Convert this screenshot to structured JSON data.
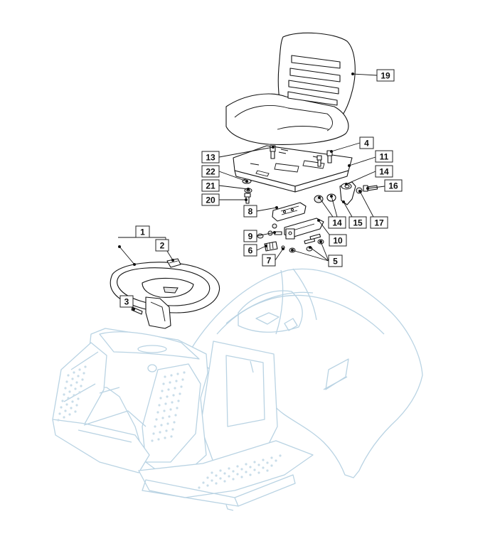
{
  "diagram": {
    "callouts": [
      {
        "id": "1",
        "label": "1"
      },
      {
        "id": "2",
        "label": "2"
      },
      {
        "id": "3",
        "label": "3"
      },
      {
        "id": "4",
        "label": "4"
      },
      {
        "id": "5",
        "label": "5"
      },
      {
        "id": "6",
        "label": "6"
      },
      {
        "id": "7",
        "label": "7"
      },
      {
        "id": "8",
        "label": "8"
      },
      {
        "id": "9",
        "label": "9"
      },
      {
        "id": "10",
        "label": "10"
      },
      {
        "id": "11",
        "label": "11"
      },
      {
        "id": "13",
        "label": "13"
      },
      {
        "id": "14a",
        "label": "14"
      },
      {
        "id": "14b",
        "label": "14"
      },
      {
        "id": "15",
        "label": "15"
      },
      {
        "id": "16",
        "label": "16"
      },
      {
        "id": "17",
        "label": "17"
      },
      {
        "id": "19",
        "label": "19"
      },
      {
        "id": "20",
        "label": "20"
      },
      {
        "id": "21",
        "label": "21"
      },
      {
        "id": "22",
        "label": "22"
      }
    ],
    "colors": {
      "line": "#111111",
      "ghost_body": "#b9d3e3"
    }
  }
}
